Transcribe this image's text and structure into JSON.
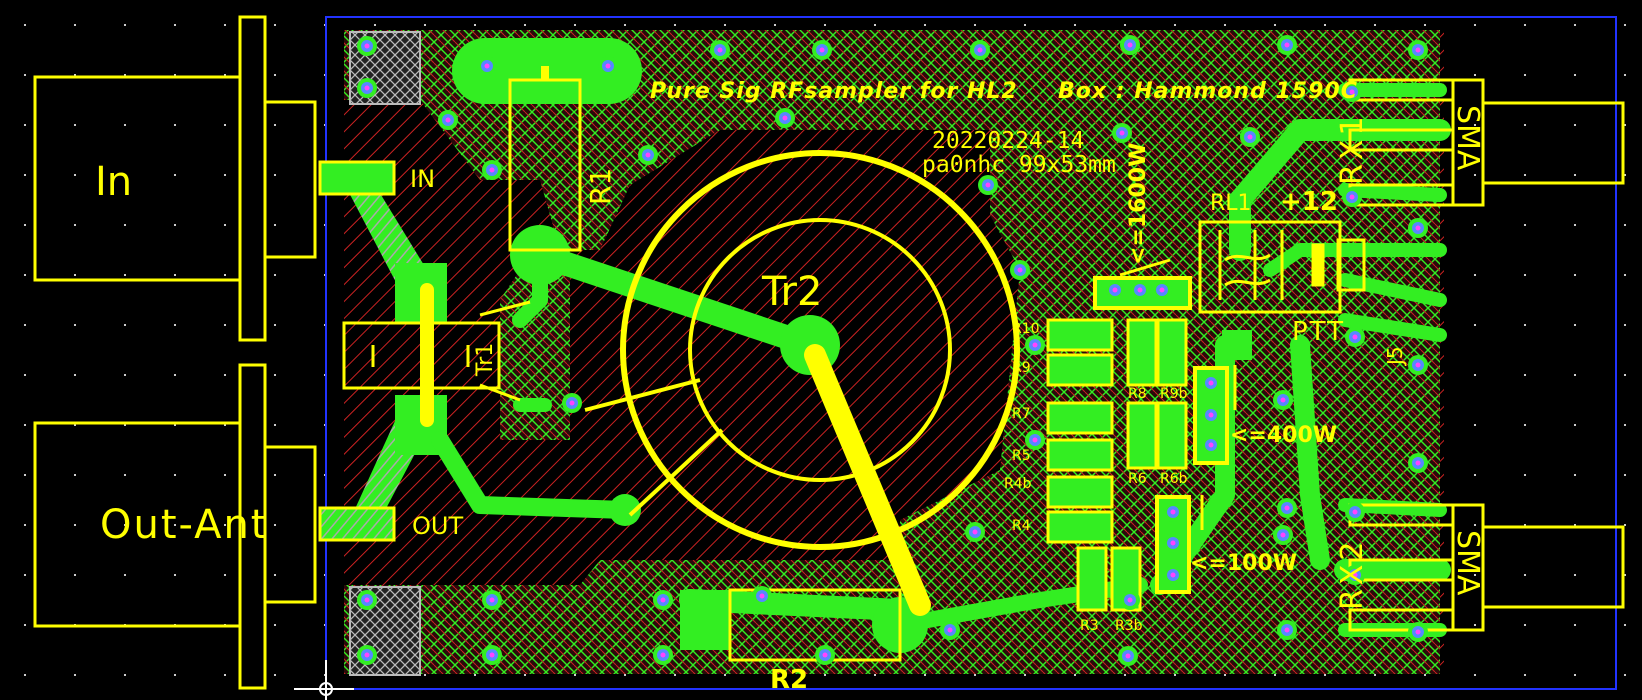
{
  "title_text": "Pure Sig RFsampler for HL2",
  "box_text": "Box : Hammond 1590C",
  "date_text": "20220224-14",
  "author_text": "pa0nhc 99x53mm",
  "connector_labels": {
    "in_big": "In",
    "in_small": "IN",
    "out_big": "Out-Ant",
    "out_small": "OUT",
    "sma_top": "SMA",
    "sma_bottom": "SMA",
    "rx1": "RX1",
    "rx2": "RX2",
    "j5": "J5"
  },
  "component_labels": {
    "r1": "R1",
    "r2": "R2",
    "tr1": "Tr1",
    "tr2": "Tr2",
    "rl1": "RL1",
    "plus12": "+12",
    "ptt": "PTT",
    "w1600": "<=1600W",
    "w400": "<=400W",
    "w100": "<=100W",
    "r10": "R10",
    "r9": "R9",
    "r8": "R8",
    "r9b": "R9b",
    "r7": "R7",
    "r5": "R5",
    "r6": "R6",
    "r6b": "R6b",
    "r4b": "R4b",
    "r4": "R4",
    "r3": "R3",
    "r3b": "R3b"
  },
  "colors": {
    "background": "#000000",
    "silkscreen": "#ffff00",
    "copper": "#33ee22",
    "hatch_bottom": "#cc2222",
    "outline": "#2233ff",
    "via_ring": "#5588ff",
    "via_hole": "#ff44ff"
  }
}
